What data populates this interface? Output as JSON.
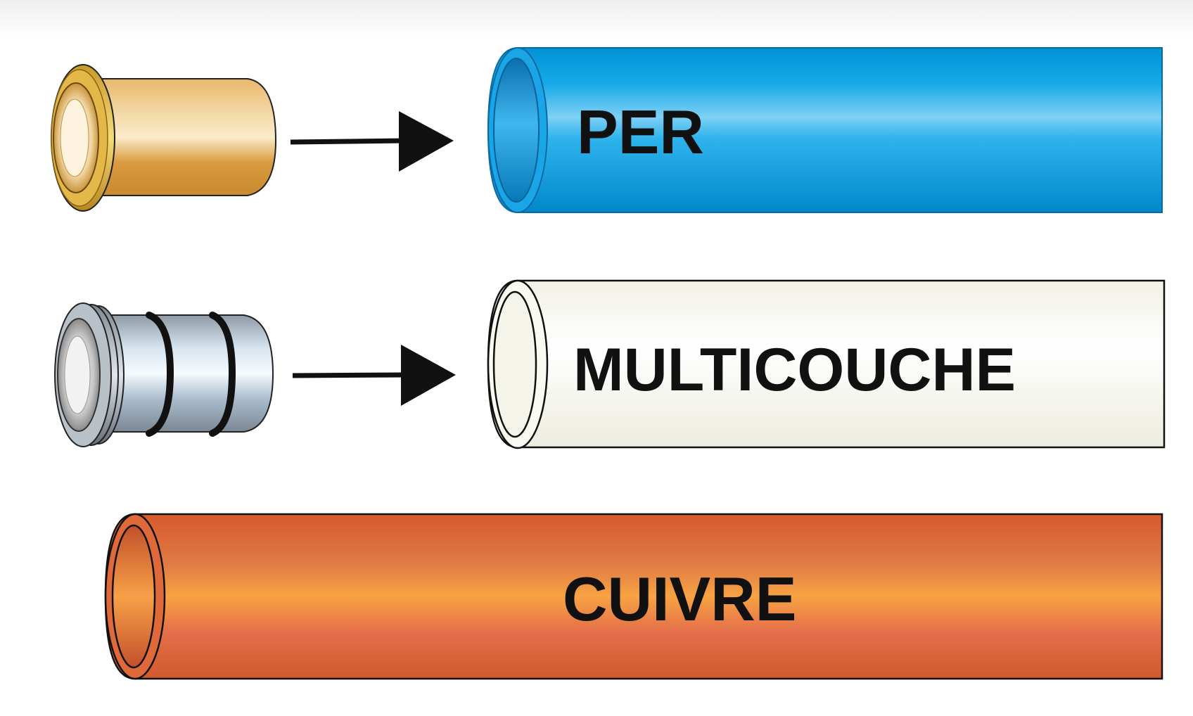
{
  "pipes": {
    "per": {
      "label": "PER",
      "color": "#0aa3e3"
    },
    "multicouche": {
      "label": "MULTICOUCHE",
      "color": "#f7f7ee"
    },
    "cuivre": {
      "label": "CUIVRE",
      "color": "#e06a38"
    }
  },
  "fittings": {
    "brass_insert": {
      "name": "brass-insert-fitting",
      "color": "#d8a24a"
    },
    "steel_insert": {
      "name": "steel-insert-fitting",
      "color": "#c9d8e6"
    }
  },
  "arrows": {
    "color": "#111111"
  }
}
